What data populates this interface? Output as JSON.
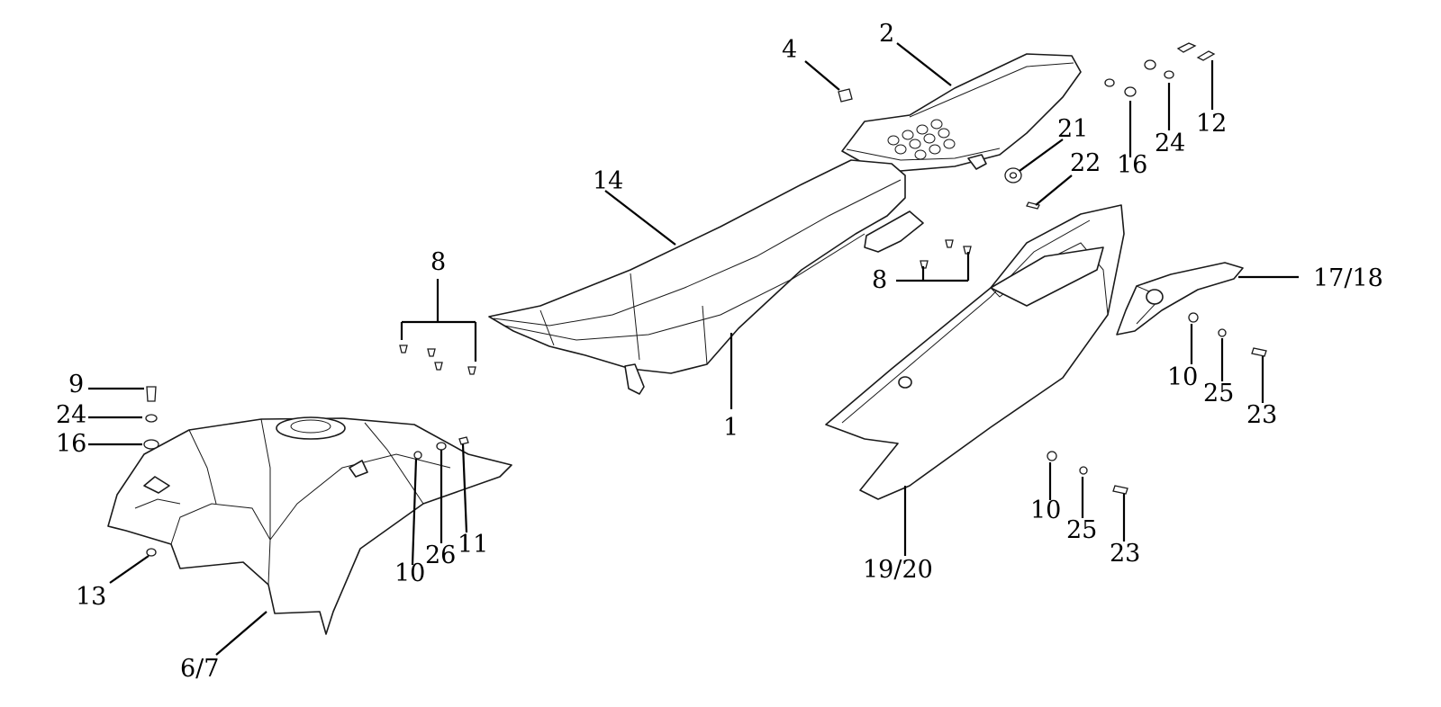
{
  "diagram": {
    "callouts": {
      "c_2": "2",
      "c_4": "4",
      "c_14": "14",
      "c_1": "1",
      "c_8_left": "8",
      "c_8_mid": "8",
      "c_9": "9",
      "c_24_left": "24",
      "c_16_left": "16",
      "c_13": "13",
      "c_6_7": "6/7",
      "c_10_left": "10",
      "c_26": "26",
      "c_11": "11",
      "c_21": "21",
      "c_22": "22",
      "c_16_right": "16",
      "c_24_right": "24",
      "c_12": "12",
      "c_17_18": "17/18",
      "c_10_upper": "10",
      "c_25_upper": "25",
      "c_23_upper": "23",
      "c_10_lower": "10",
      "c_25_lower": "25",
      "c_23_lower": "23",
      "c_19_20": "19/20"
    }
  }
}
